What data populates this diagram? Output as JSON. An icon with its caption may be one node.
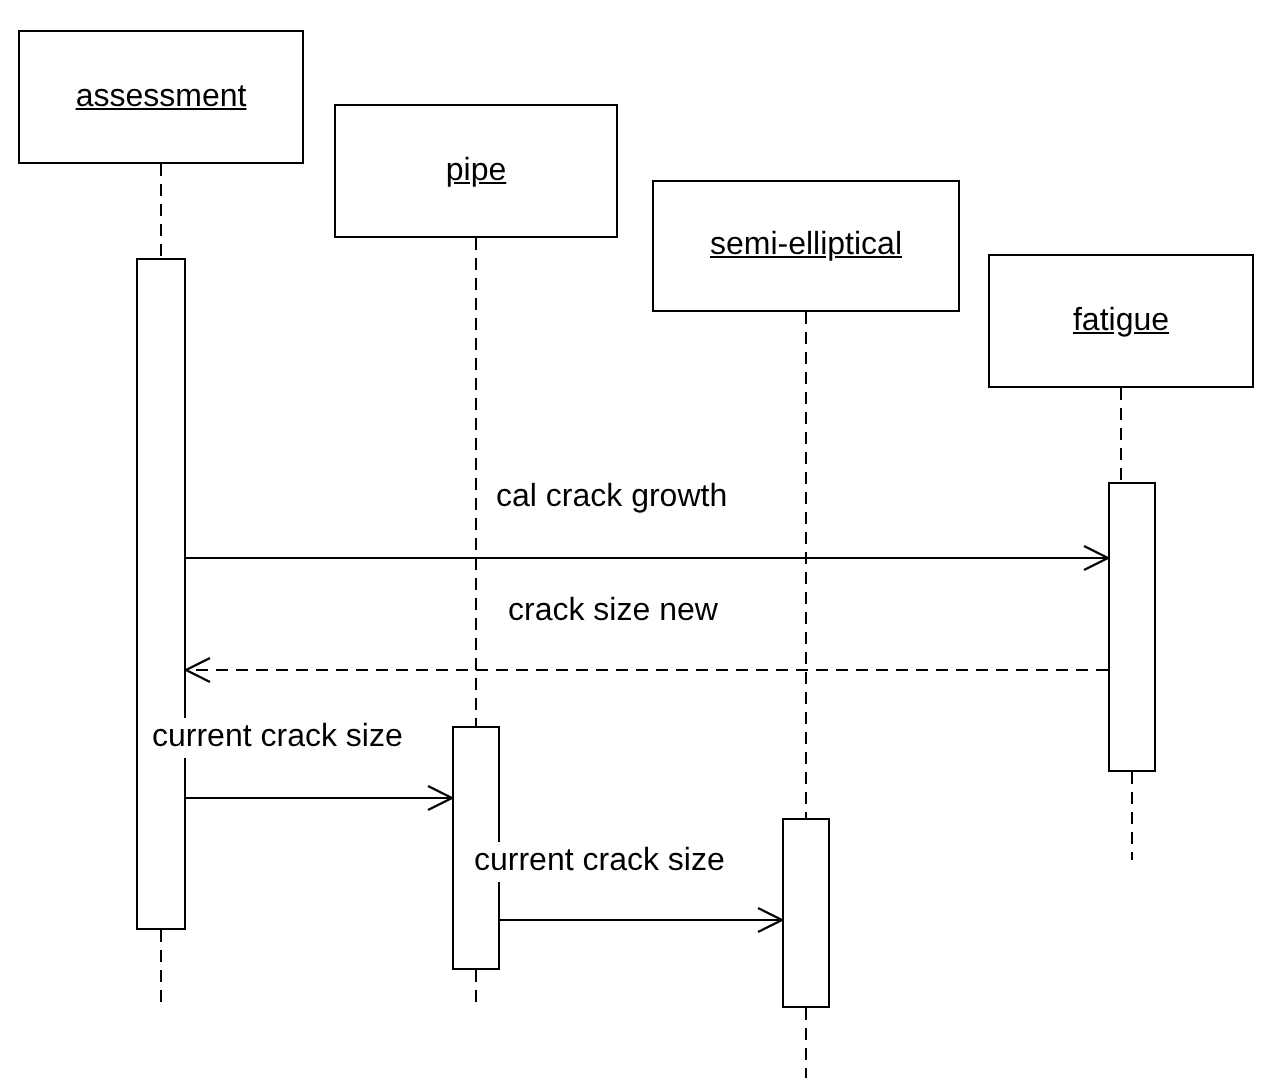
{
  "diagram": {
    "nodes": [
      {
        "text": [
          "assessment"
        ]
      },
      {
        "text": [
          "pipe"
        ]
      },
      {
        "text": [
          "semi-elliptical"
        ]
      },
      {
        "text": [
          "fatigue"
        ]
      },
      {
        "text": [],
        "shape": "bar"
      },
      {
        "text": [],
        "shape": "bar"
      },
      {
        "text": [],
        "shape": "bar"
      },
      {
        "text": [],
        "shape": "bar"
      }
    ],
    "edges": [
      {
        "from": 0,
        "to": 4,
        "arrow": "none",
        "style": "dashed"
      },
      {
        "from": 1,
        "to": 5,
        "arrow": "none",
        "style": "dashed"
      },
      {
        "from": 2,
        "to": 6,
        "arrow": "none",
        "style": "dashed"
      },
      {
        "from": 3,
        "to": 7,
        "arrow": "none",
        "style": "dashed"
      },
      {
        "from": 4,
        "to": 7,
        "arrow": "to",
        "label": "cal crack growth"
      },
      {
        "from": 7,
        "to": 4,
        "arrow": "to",
        "label": "crack size new",
        "style": "dashed"
      },
      {
        "from": 4,
        "to": 5,
        "arrow": "to",
        "label": "current crack size"
      },
      {
        "from": 5,
        "to": 6,
        "arrow": "to",
        "label": "current crack size"
      }
    ]
  }
}
